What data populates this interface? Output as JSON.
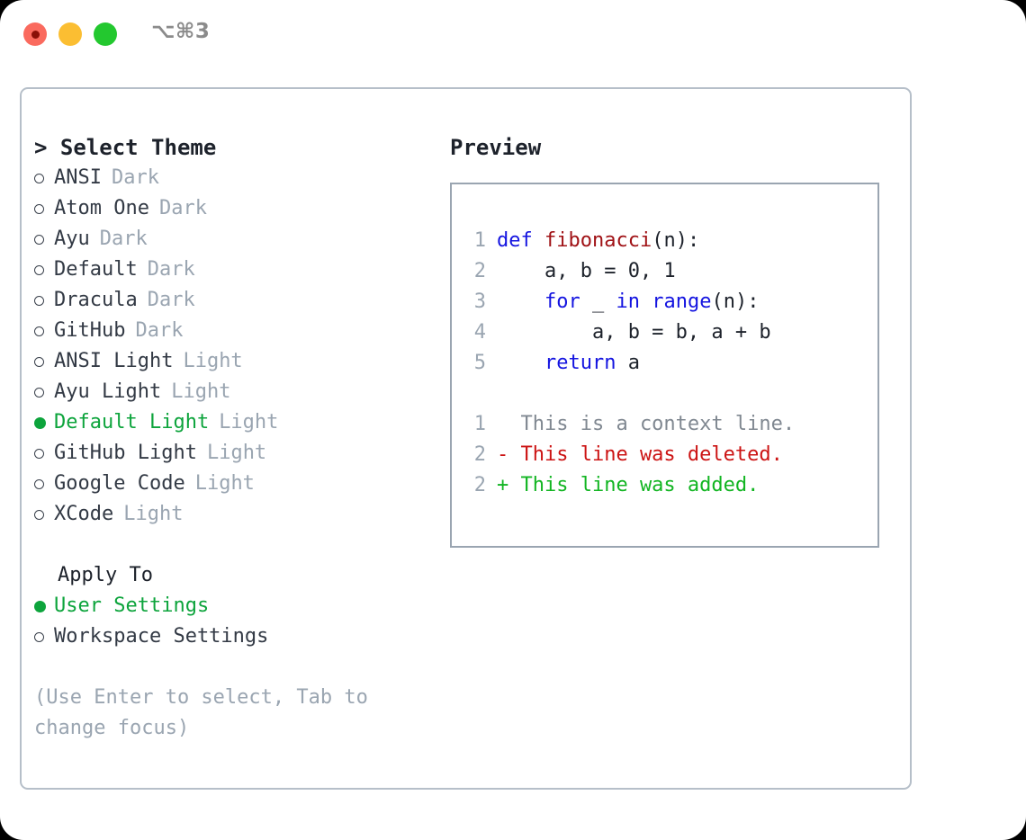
{
  "window": {
    "shortcut_label": "⌥⌘3",
    "traffic_lights": [
      "close",
      "minimize",
      "zoom"
    ]
  },
  "theme_picker": {
    "header": "> Select Theme",
    "options": [
      {
        "marker": "o",
        "name": "ANSI",
        "tag": "Dark",
        "selected": false
      },
      {
        "marker": "o",
        "name": "Atom One",
        "tag": "Dark",
        "selected": false
      },
      {
        "marker": "o",
        "name": "Ayu",
        "tag": "Dark",
        "selected": false
      },
      {
        "marker": "o",
        "name": "Default",
        "tag": "Dark",
        "selected": false
      },
      {
        "marker": "o",
        "name": "Dracula",
        "tag": "Dark",
        "selected": false
      },
      {
        "marker": "o",
        "name": "GitHub",
        "tag": "Dark",
        "selected": false
      },
      {
        "marker": "o",
        "name": "ANSI Light",
        "tag": "Light",
        "selected": false
      },
      {
        "marker": "o",
        "name": "Ayu Light",
        "tag": "Light",
        "selected": false
      },
      {
        "marker": "●",
        "name": "Default Light",
        "tag": "Light",
        "selected": true
      },
      {
        "marker": "o",
        "name": "GitHub Light",
        "tag": "Light",
        "selected": false
      },
      {
        "marker": "o",
        "name": "Google Code",
        "tag": "Light",
        "selected": false
      },
      {
        "marker": "o",
        "name": "XCode",
        "tag": "Light",
        "selected": false
      }
    ]
  },
  "apply_to": {
    "header": "Apply To",
    "options": [
      {
        "marker": "●",
        "name": "User Settings",
        "selected": true
      },
      {
        "marker": "o",
        "name": "Workspace Settings",
        "selected": false
      }
    ]
  },
  "hint": "(Use Enter to select, Tab to change focus)",
  "preview": {
    "title": "Preview",
    "code_lines": [
      {
        "no": "1",
        "tokens": [
          {
            "t": "def",
            "c": "kw"
          },
          {
            "t": " ",
            "c": "pl"
          },
          {
            "t": "fibonacci",
            "c": "fn"
          },
          {
            "t": "(n):",
            "c": "pl"
          }
        ]
      },
      {
        "no": "2",
        "tokens": [
          {
            "t": "    a, b = 0, 1",
            "c": "pl"
          }
        ]
      },
      {
        "no": "3",
        "tokens": [
          {
            "t": "    ",
            "c": "pl"
          },
          {
            "t": "for",
            "c": "kw"
          },
          {
            "t": " _ ",
            "c": "pl"
          },
          {
            "t": "in",
            "c": "kw"
          },
          {
            "t": " ",
            "c": "pl"
          },
          {
            "t": "range",
            "c": "kw"
          },
          {
            "t": "(n):",
            "c": "pl"
          }
        ]
      },
      {
        "no": "4",
        "tokens": [
          {
            "t": "        a, b = b, a + b",
            "c": "pl"
          }
        ]
      },
      {
        "no": "5",
        "tokens": [
          {
            "t": "    ",
            "c": "pl"
          },
          {
            "t": "return",
            "c": "kw"
          },
          {
            "t": " a",
            "c": "pl"
          }
        ]
      }
    ],
    "diff_lines": [
      {
        "no": "1",
        "tokens": [
          {
            "t": "  This is a context line.",
            "c": "ctx"
          }
        ]
      },
      {
        "no": "2",
        "tokens": [
          {
            "t": "- This line was deleted.",
            "c": "del"
          }
        ]
      },
      {
        "no": "2",
        "tokens": [
          {
            "t": "+ This line was added.",
            "c": "add"
          }
        ]
      }
    ]
  },
  "colors": {
    "accent_green": "#0da43c",
    "muted": "#9aa5b1",
    "keyword_blue": "#1414e0",
    "function_red": "#a01216",
    "diff_deleted": "#cc1414",
    "diff_added": "#12b522",
    "border": "#b6bfc9"
  }
}
